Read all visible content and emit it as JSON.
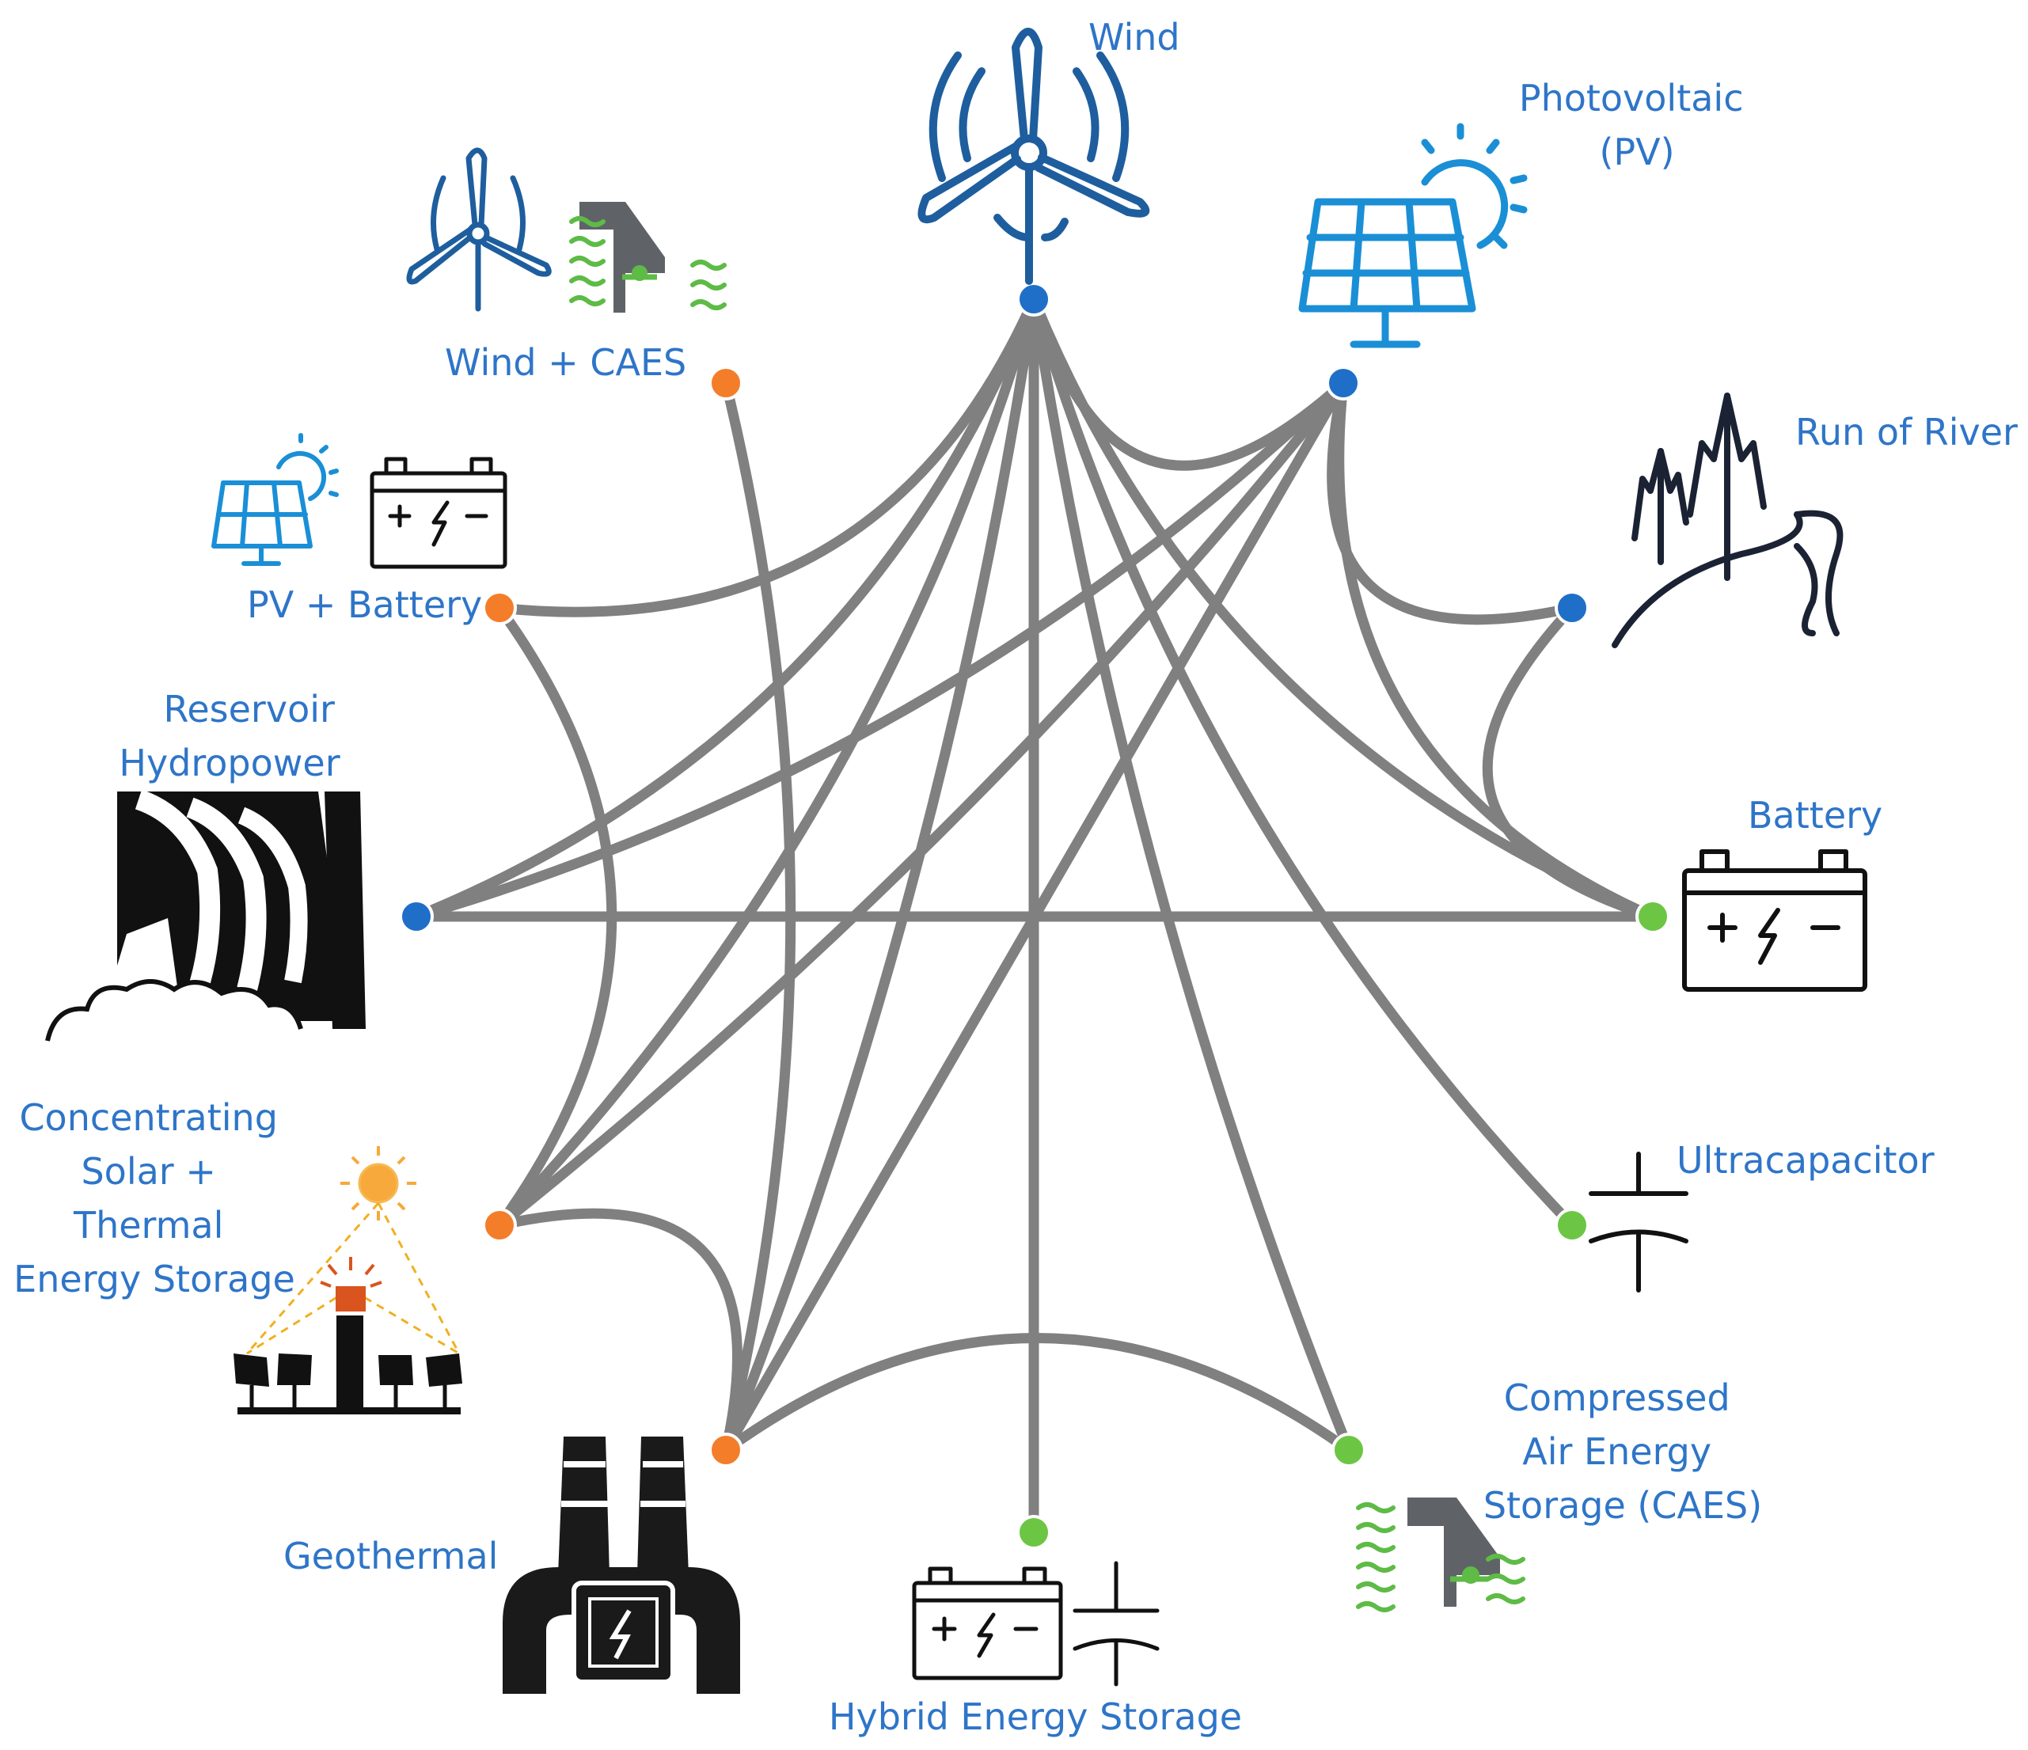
{
  "labels": {
    "wind": "Wind",
    "pv_line1": "Photovoltaic",
    "pv_line2": "(PV)",
    "wind_caes": "Wind + CAES",
    "run_of_river": "Run of River",
    "pv_battery": "PV + Battery",
    "reservoir_line1": "Reservoir",
    "reservoir_line2": "Hydropower",
    "battery": "Battery",
    "csp_line1": "Concentrating",
    "csp_line2": "Solar +",
    "csp_line3": "Thermal",
    "csp_line4": "Energy Storage",
    "ultracapacitor": "Ultracapacitor",
    "caes_line1": "Compressed",
    "caes_line2": "Air Energy",
    "caes_line3": "Storage (CAES)",
    "geothermal": "Geothermal",
    "hybrid": "Hybrid Energy Storage"
  },
  "colors": {
    "generation_node": "#1F6FC8",
    "hybrid_node": "#F47D2A",
    "storage_node": "#6CC644",
    "edge": "#808080",
    "label": "#2E75C8"
  },
  "nodes": [
    {
      "id": "wind",
      "group": "generation",
      "icon": "wind-turbine-icon"
    },
    {
      "id": "pv",
      "group": "generation",
      "icon": "solar-panel-icon"
    },
    {
      "id": "run_of_river",
      "group": "generation",
      "icon": "river-trees-icon"
    },
    {
      "id": "battery",
      "group": "storage",
      "icon": "battery-icon"
    },
    {
      "id": "ultracapacitor",
      "group": "storage",
      "icon": "capacitor-icon"
    },
    {
      "id": "caes",
      "group": "storage",
      "icon": "compressed-air-icon"
    },
    {
      "id": "hybrid",
      "group": "storage",
      "icon": "battery-capacitor-icon"
    },
    {
      "id": "geothermal",
      "group": "hybrid",
      "icon": "geothermal-plant-icon"
    },
    {
      "id": "csp",
      "group": "hybrid",
      "icon": "solar-tower-icon"
    },
    {
      "id": "reservoir",
      "group": "generation",
      "icon": "dam-icon"
    },
    {
      "id": "pv_battery",
      "group": "hybrid",
      "icon": "solar-battery-icon"
    },
    {
      "id": "wind_caes",
      "group": "hybrid",
      "icon": "wind-caes-icon"
    }
  ],
  "links": [
    [
      "wind",
      "pv"
    ],
    [
      "wind",
      "pv_battery"
    ],
    [
      "wind",
      "reservoir"
    ],
    [
      "wind",
      "hybrid"
    ],
    [
      "wind",
      "geothermal"
    ],
    [
      "wind",
      "caes"
    ],
    [
      "wind",
      "ultracapacitor"
    ],
    [
      "wind",
      "battery"
    ],
    [
      "wind",
      "csp"
    ],
    [
      "pv",
      "run_of_river"
    ],
    [
      "pv",
      "battery"
    ],
    [
      "pv",
      "reservoir"
    ],
    [
      "pv",
      "csp"
    ],
    [
      "pv",
      "geothermal"
    ],
    [
      "run_of_river",
      "battery"
    ],
    [
      "battery",
      "reservoir"
    ],
    [
      "wind_caes",
      "geothermal"
    ],
    [
      "pv_battery",
      "csp"
    ],
    [
      "csp",
      "geothermal"
    ],
    [
      "geothermal",
      "caes"
    ]
  ]
}
